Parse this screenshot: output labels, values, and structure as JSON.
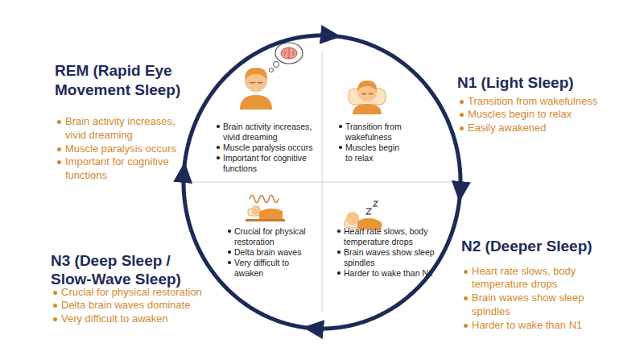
{
  "diagram": {
    "nodes": [
      {
        "text": [
          "Brain activity increases, vivid dreaming",
          "Muscle paralysis occurs",
          "Important for cognitive functions"
        ]
      },
      {
        "text": [
          "Transition from wakefulness",
          "Muscles begin to relax"
        ]
      },
      {
        "text": [
          "Crucial for physical restoration",
          "Delta brain waves",
          "Very difficult to awaken"
        ]
      },
      {
        "text": [
          "Heart rate slows, body temperature drops",
          "Brain waves show sleep spindles",
          "Harder to wake than N1"
        ]
      }
    ],
    "edges": [
      {
        "from": 0,
        "to": 1,
        "arrow": "to"
      },
      {
        "from": 1,
        "to": 3,
        "arrow": "to"
      },
      {
        "from": 3,
        "to": 2,
        "arrow": "to"
      },
      {
        "from": 2,
        "to": 0,
        "arrow": "to"
      }
    ],
    "labels": [
      "REM (Rapid Eye Movement Sleep)",
      "Brain activity increases, vivid dreaming",
      "Muscle paralysis occurs",
      "Important for cognitive functions",
      "N1 (Light Sleep)",
      "Transition from wakefulness",
      "Muscles begin to relax",
      "Easily awakened",
      "N2 (Deeper Sleep)",
      "Heart rate slows, body temperature drops",
      "Brain waves show sleep spindles",
      "Harder to wake than N1",
      "N3 (Deep Sleep / Slow-Wave Sleep)",
      "Crucial for physical restoration",
      "Delta brain waves dominate",
      "Very difficult to awaken"
    ]
  }
}
